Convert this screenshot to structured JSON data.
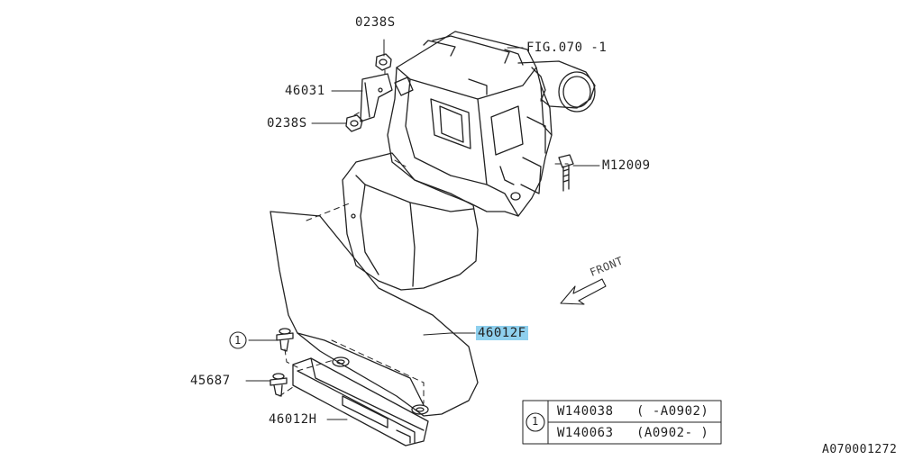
{
  "labels": {
    "p0238s_top": "0238S",
    "p46031": "46031",
    "p0238s_bottom": "0238S",
    "fig": "FIG.070 -1",
    "m12009": "M12009",
    "p46012f": "46012F",
    "p45687": "45687",
    "p46012h": "46012H",
    "callout": "1",
    "front": "FRONT",
    "drawing_no": "A070001272"
  },
  "table": {
    "ref": "1",
    "rows": [
      {
        "part": "W140038",
        "range": "( -A0902)"
      },
      {
        "part": "W140063",
        "range": "(A0902- )"
      }
    ]
  },
  "colors": {
    "line": "#222222",
    "highlight": "#8fd0ee"
  }
}
